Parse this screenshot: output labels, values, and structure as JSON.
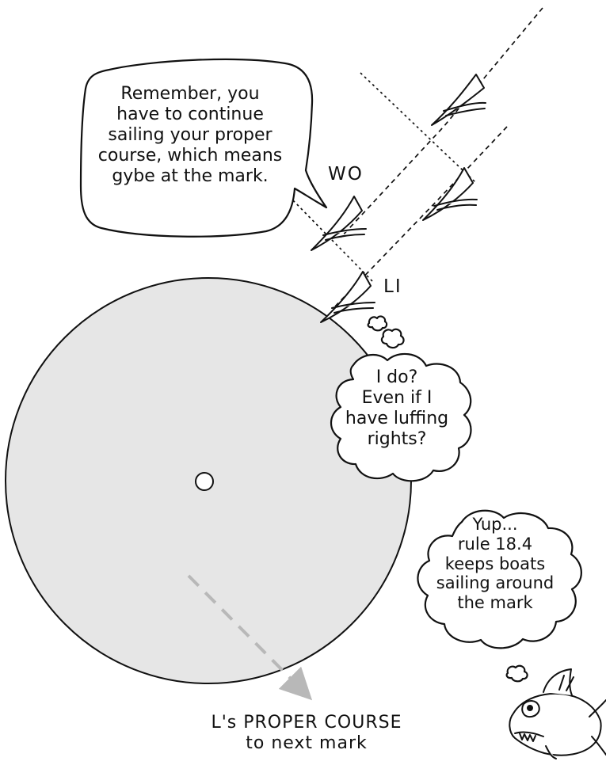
{
  "labels": {
    "windward_outside": "WO",
    "leeward_inside": "LI"
  },
  "bubbles": {
    "coach": [
      "Remember, you",
      "have to continue",
      "sailing your proper",
      "course, which means",
      "gybe at the mark."
    ],
    "l_reply": [
      "I do?",
      "Even if I",
      "have luffing",
      "rights?"
    ],
    "fish_reply": [
      "Yup...",
      "rule 18.4",
      "keeps boats",
      "sailing around",
      "the mark"
    ]
  },
  "caption": [
    "L's PROPER COURSE",
    "to next mark"
  ],
  "colors": {
    "mark_fill": "#e6e6e6",
    "ink": "#111111",
    "arrow": "#b8b8b8"
  },
  "icons": {
    "mark": "circle-mark",
    "boat": "sailboat-icon",
    "fish": "fish-icon"
  }
}
